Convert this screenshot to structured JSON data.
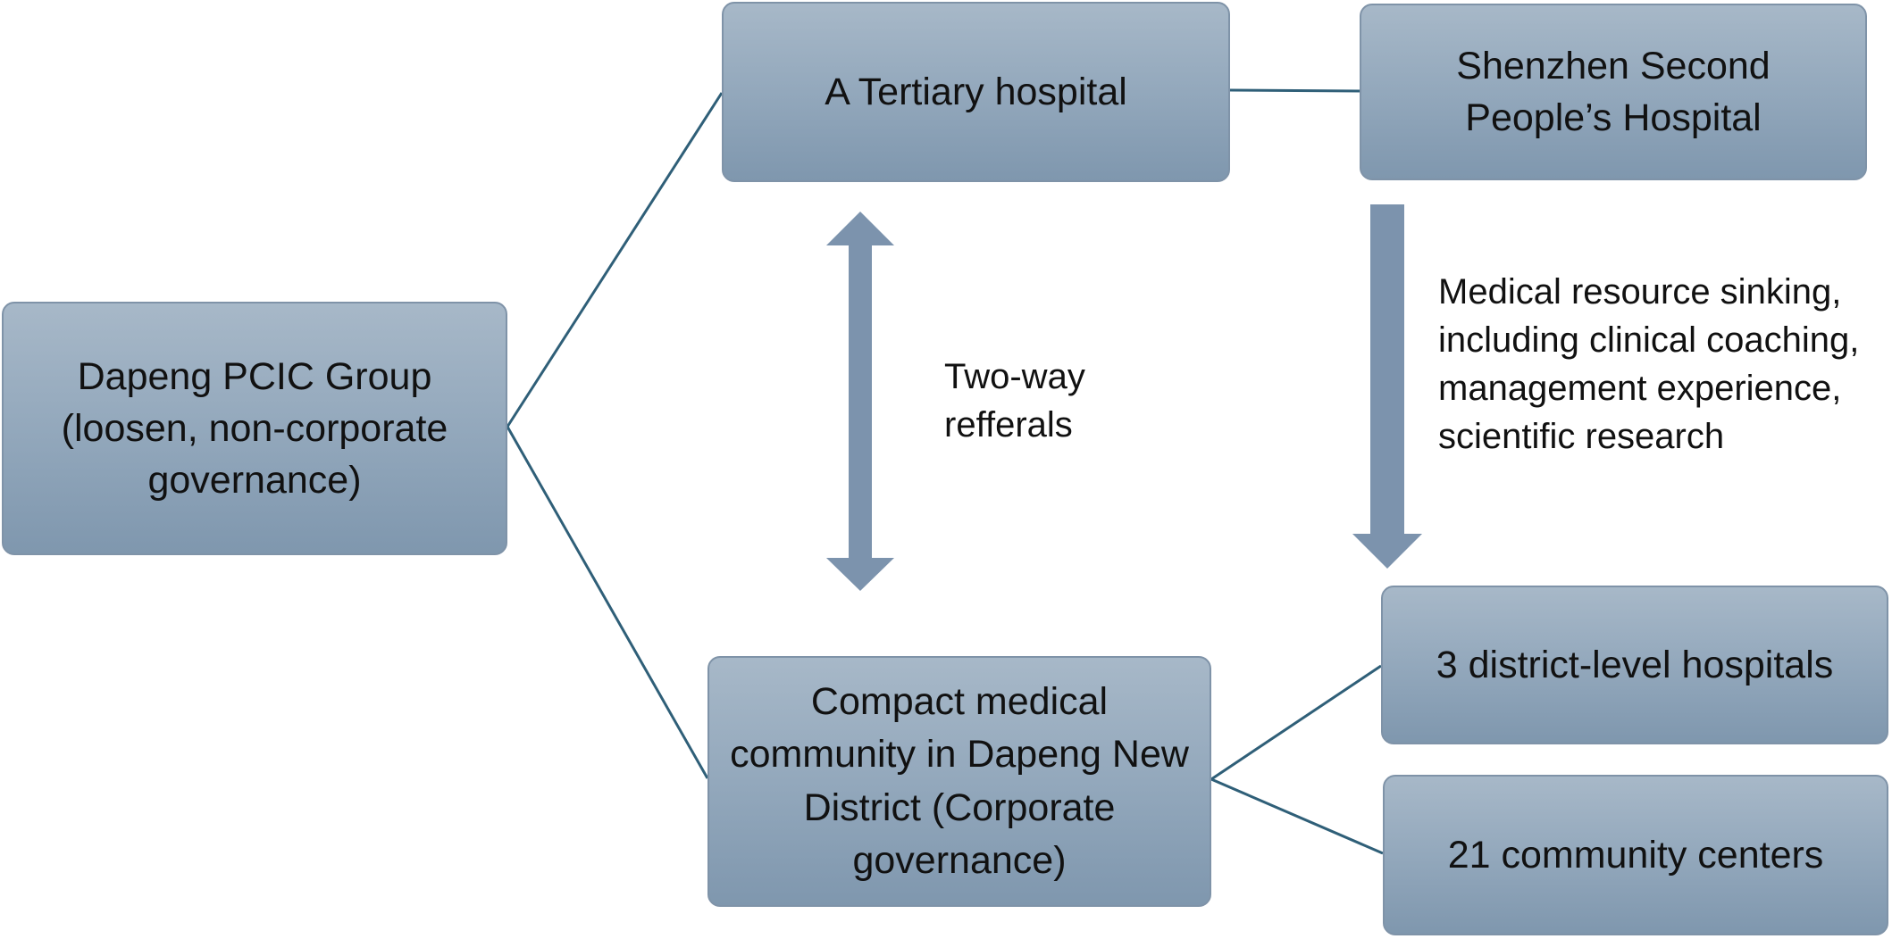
{
  "nodes": {
    "dapeng_group": "Dapeng PCIC Group (loosen, non-corporate governance)",
    "tertiary_hospital": "A Tertiary hospital",
    "shenzhen_second": "Shenzhen Second People’s Hospital",
    "compact_community": "Compact medical community in Dapeng New District (Corporate governance)",
    "district_hospitals": "3 district-level hospitals",
    "community_centers": "21 community centers"
  },
  "annotations": {
    "two_way": "Two-way refferals",
    "resource_sinking": "Medical resource sinking, including clinical coaching, management experience, scientific research"
  },
  "colors": {
    "box_top": "#a7b8c8",
    "box_bottom": "#7f97ae",
    "box_border": "#7f93a8",
    "connector": "#2f5f78",
    "arrow": "#7c93ad"
  }
}
